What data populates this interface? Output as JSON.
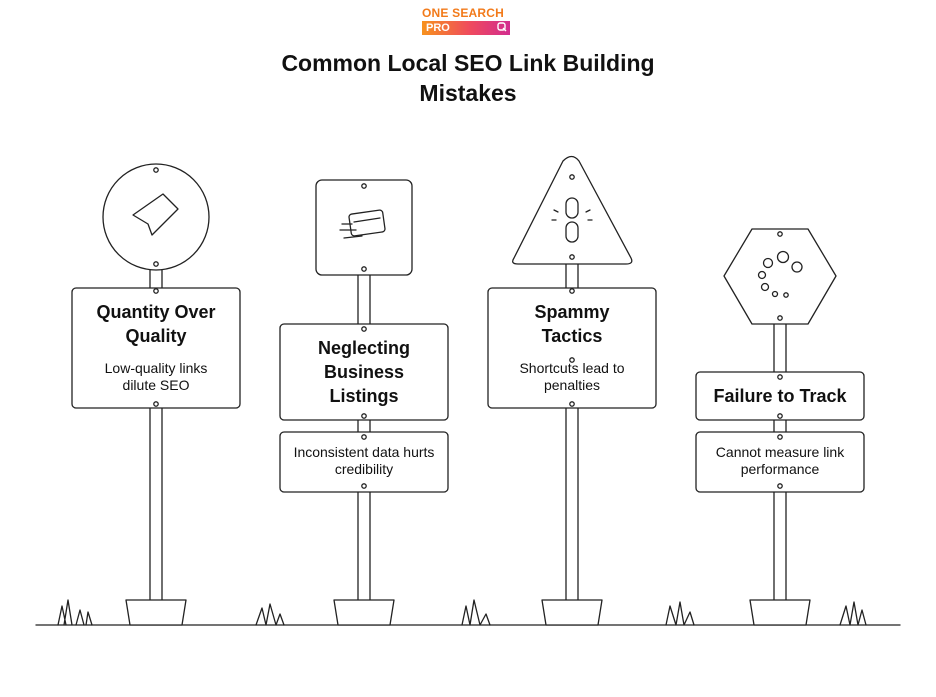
{
  "brand": {
    "line1": "ONE SEARCH",
    "line2": "PRO",
    "colors": {
      "orange": "#f7921e",
      "pink": "#d22c8f"
    }
  },
  "title": "Common Local SEO Link Building Mistakes",
  "signs": [
    {
      "heading": "Quantity Over Quality",
      "description": "Low-quality links dilute SEO",
      "icon": "tag-icon",
      "shape": "circle"
    },
    {
      "heading": "Neglecting Business Listings",
      "description": "Inconsistent data hurts credibility",
      "icon": "card-hand-icon",
      "shape": "rounded-square"
    },
    {
      "heading": "Spammy Tactics",
      "description": "Shortcuts lead to penalties",
      "icon": "broken-link-icon",
      "shape": "triangle"
    },
    {
      "heading": "Failure to Track",
      "description": "Cannot measure link performance",
      "icon": "scattered-dots-icon",
      "shape": "hexagon"
    }
  ]
}
